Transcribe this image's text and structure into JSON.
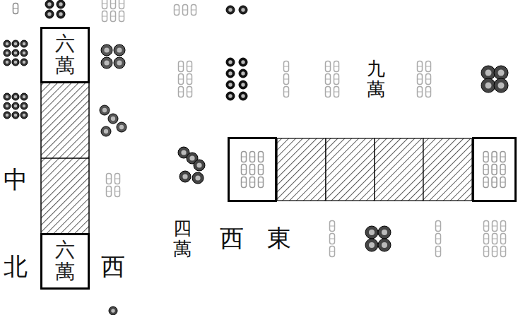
{
  "diagram": {
    "nodes": [
      {
        "text": [
          "六萬"
        ]
      },
      {
        "text": [
          "六萬"
        ]
      }
    ],
    "edges": [
      {
        "from": 0,
        "to": 1,
        "arrow": "none"
      }
    ],
    "labels": [
      "中",
      "北",
      "西",
      "九萬",
      "四萬",
      "西",
      "東"
    ]
  }
}
